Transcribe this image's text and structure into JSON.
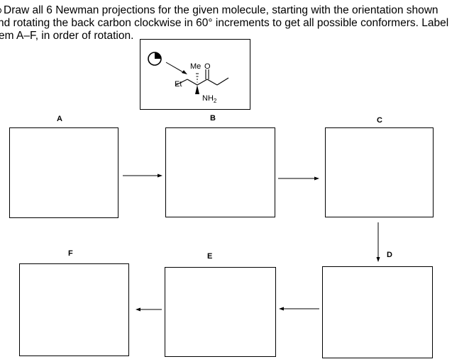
{
  "question": {
    "line1": "Draw all 6 Newman projections for the given molecule, starting with the orientation shown",
    "line2": "nd rotating the back carbon clockwise in 60° increments to get all possible conformers. Label",
    "line3": "em A–F, in order of rotation."
  },
  "molecule": {
    "me_label": "Me",
    "o_label": "O",
    "et_label": "Et",
    "nh2_label": "NH",
    "nh2_sub": "2"
  },
  "boxes": {
    "A": "A",
    "B": "B",
    "C": "C",
    "D": "D",
    "E": "E",
    "F": "F"
  }
}
